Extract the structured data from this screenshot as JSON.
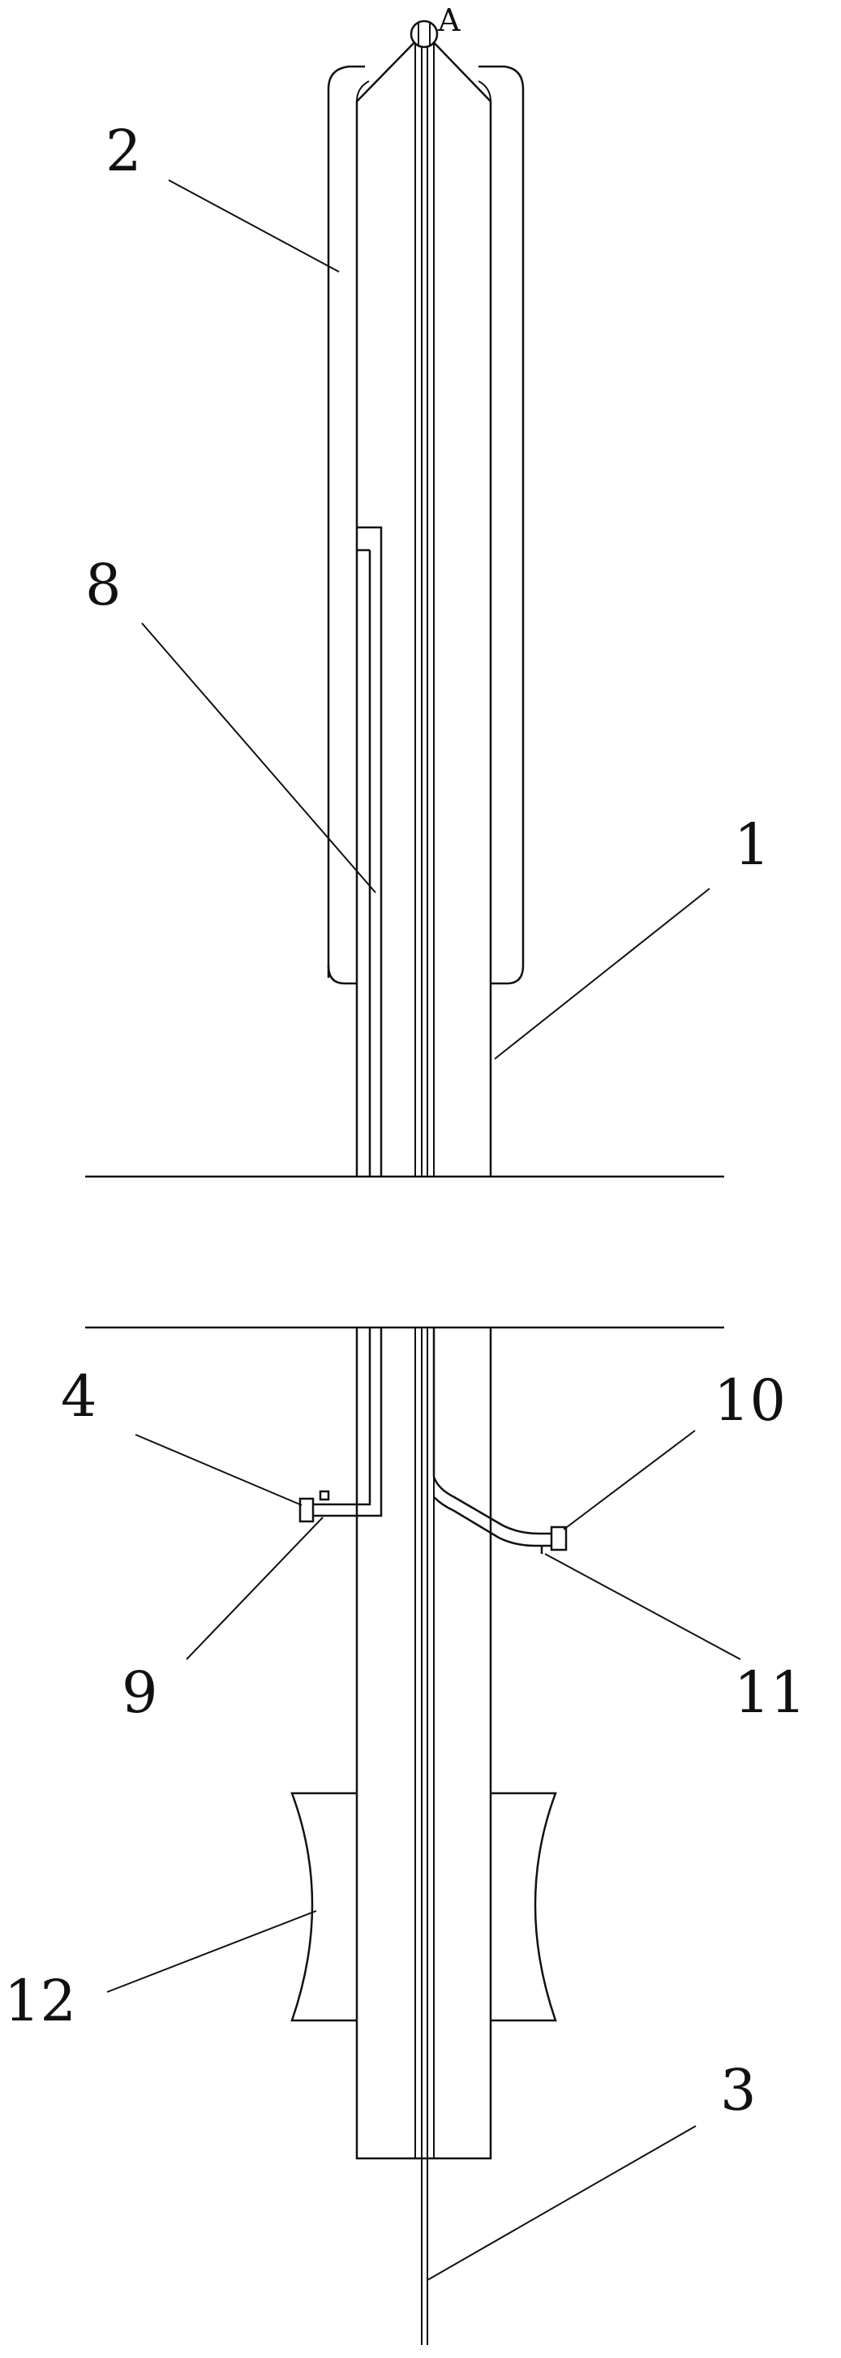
{
  "labels": {
    "A": "A",
    "l1": "1",
    "l2": "2",
    "l3": "3",
    "l4": "4",
    "l8": "8",
    "l9": "9",
    "l10": "10",
    "l11": "11",
    "l12": "12"
  },
  "colors": {
    "line": "#111111",
    "background": "#ffffff"
  }
}
